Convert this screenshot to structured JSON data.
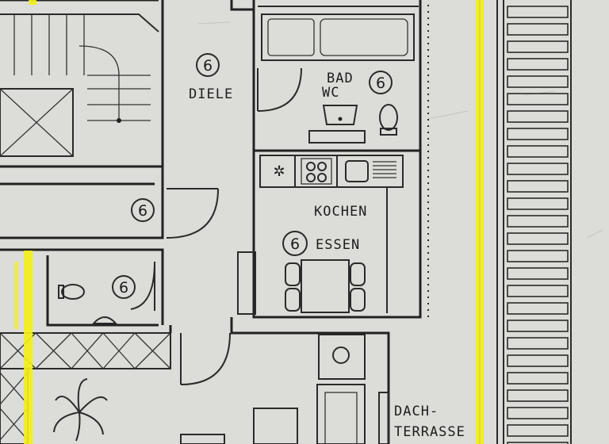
{
  "plan": {
    "colors": {
      "paper": "#dcdcd8",
      "ink": "#222222",
      "highlight": "#f2ee1c"
    },
    "rooms": {
      "diele": {
        "label": "DIELE",
        "marker": "6"
      },
      "bad": {
        "label_line1": "BAD",
        "label_line2": "WC",
        "marker": "6"
      },
      "kochen": {
        "label_line1": "KOCHEN",
        "label_line2": "ESSEN",
        "marker": "6"
      },
      "flur": {
        "marker": "6"
      },
      "gaeste_wc": {
        "marker": "6"
      },
      "dachterrasse": {
        "label_line1": "DACH-",
        "label_line2": "TERRASSE"
      }
    },
    "icons": [
      "stair-icon",
      "elevator-icon",
      "door-swing-icon",
      "bathtub-icon",
      "toilet-icon",
      "sink-icon",
      "stove-icon",
      "kitchen-sink-icon",
      "dining-table-icon",
      "plant-icon",
      "window-icon"
    ]
  }
}
